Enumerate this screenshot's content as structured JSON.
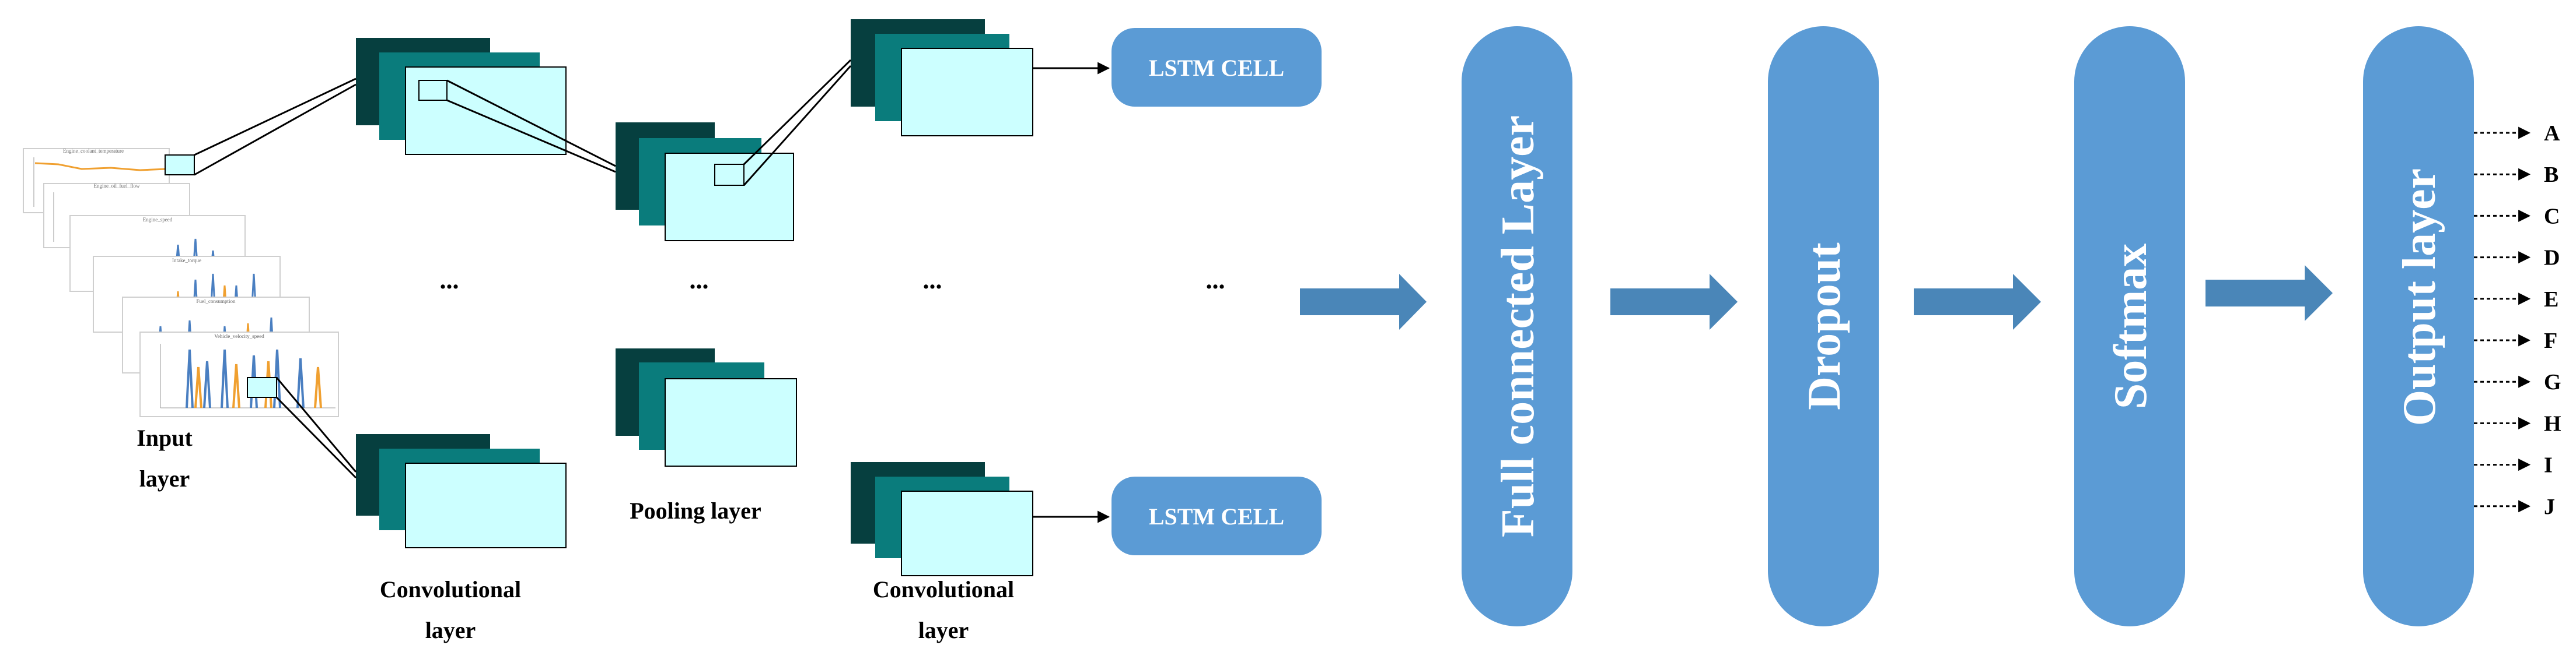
{
  "labels": {
    "input_line1": "Input",
    "input_line2": "layer",
    "conv1_line1": "Convolutional",
    "conv1_line2": "layer",
    "pooling": "Pooling layer",
    "conv2_line1": "Convolutional",
    "conv2_line2": "layer",
    "ellipsis": "..."
  },
  "lstm_cells": [
    "LSTM CELL",
    "LSTM CELL"
  ],
  "blocks": {
    "full_connected": "Full connected Layer",
    "dropout": "Dropout",
    "softmax": "Softmax",
    "output": "Output layer"
  },
  "outputs": [
    "A",
    "B",
    "C",
    "D",
    "E",
    "F",
    "G",
    "H",
    "I",
    "J"
  ],
  "input_plot_titles": [
    "Engine_coolant_temperature",
    "Engine_oil_fuel_flow",
    "Engine_speed",
    "Intake_torque",
    "Fuel_consumption",
    "Vehicle_velocity_speed"
  ],
  "colors": {
    "layer_dark": "#063f3f",
    "layer_mid": "#0a7c7c",
    "layer_light": "#ccffff",
    "block_blue": "#5b9bd5",
    "arrow_blue": "#4a86b8"
  }
}
